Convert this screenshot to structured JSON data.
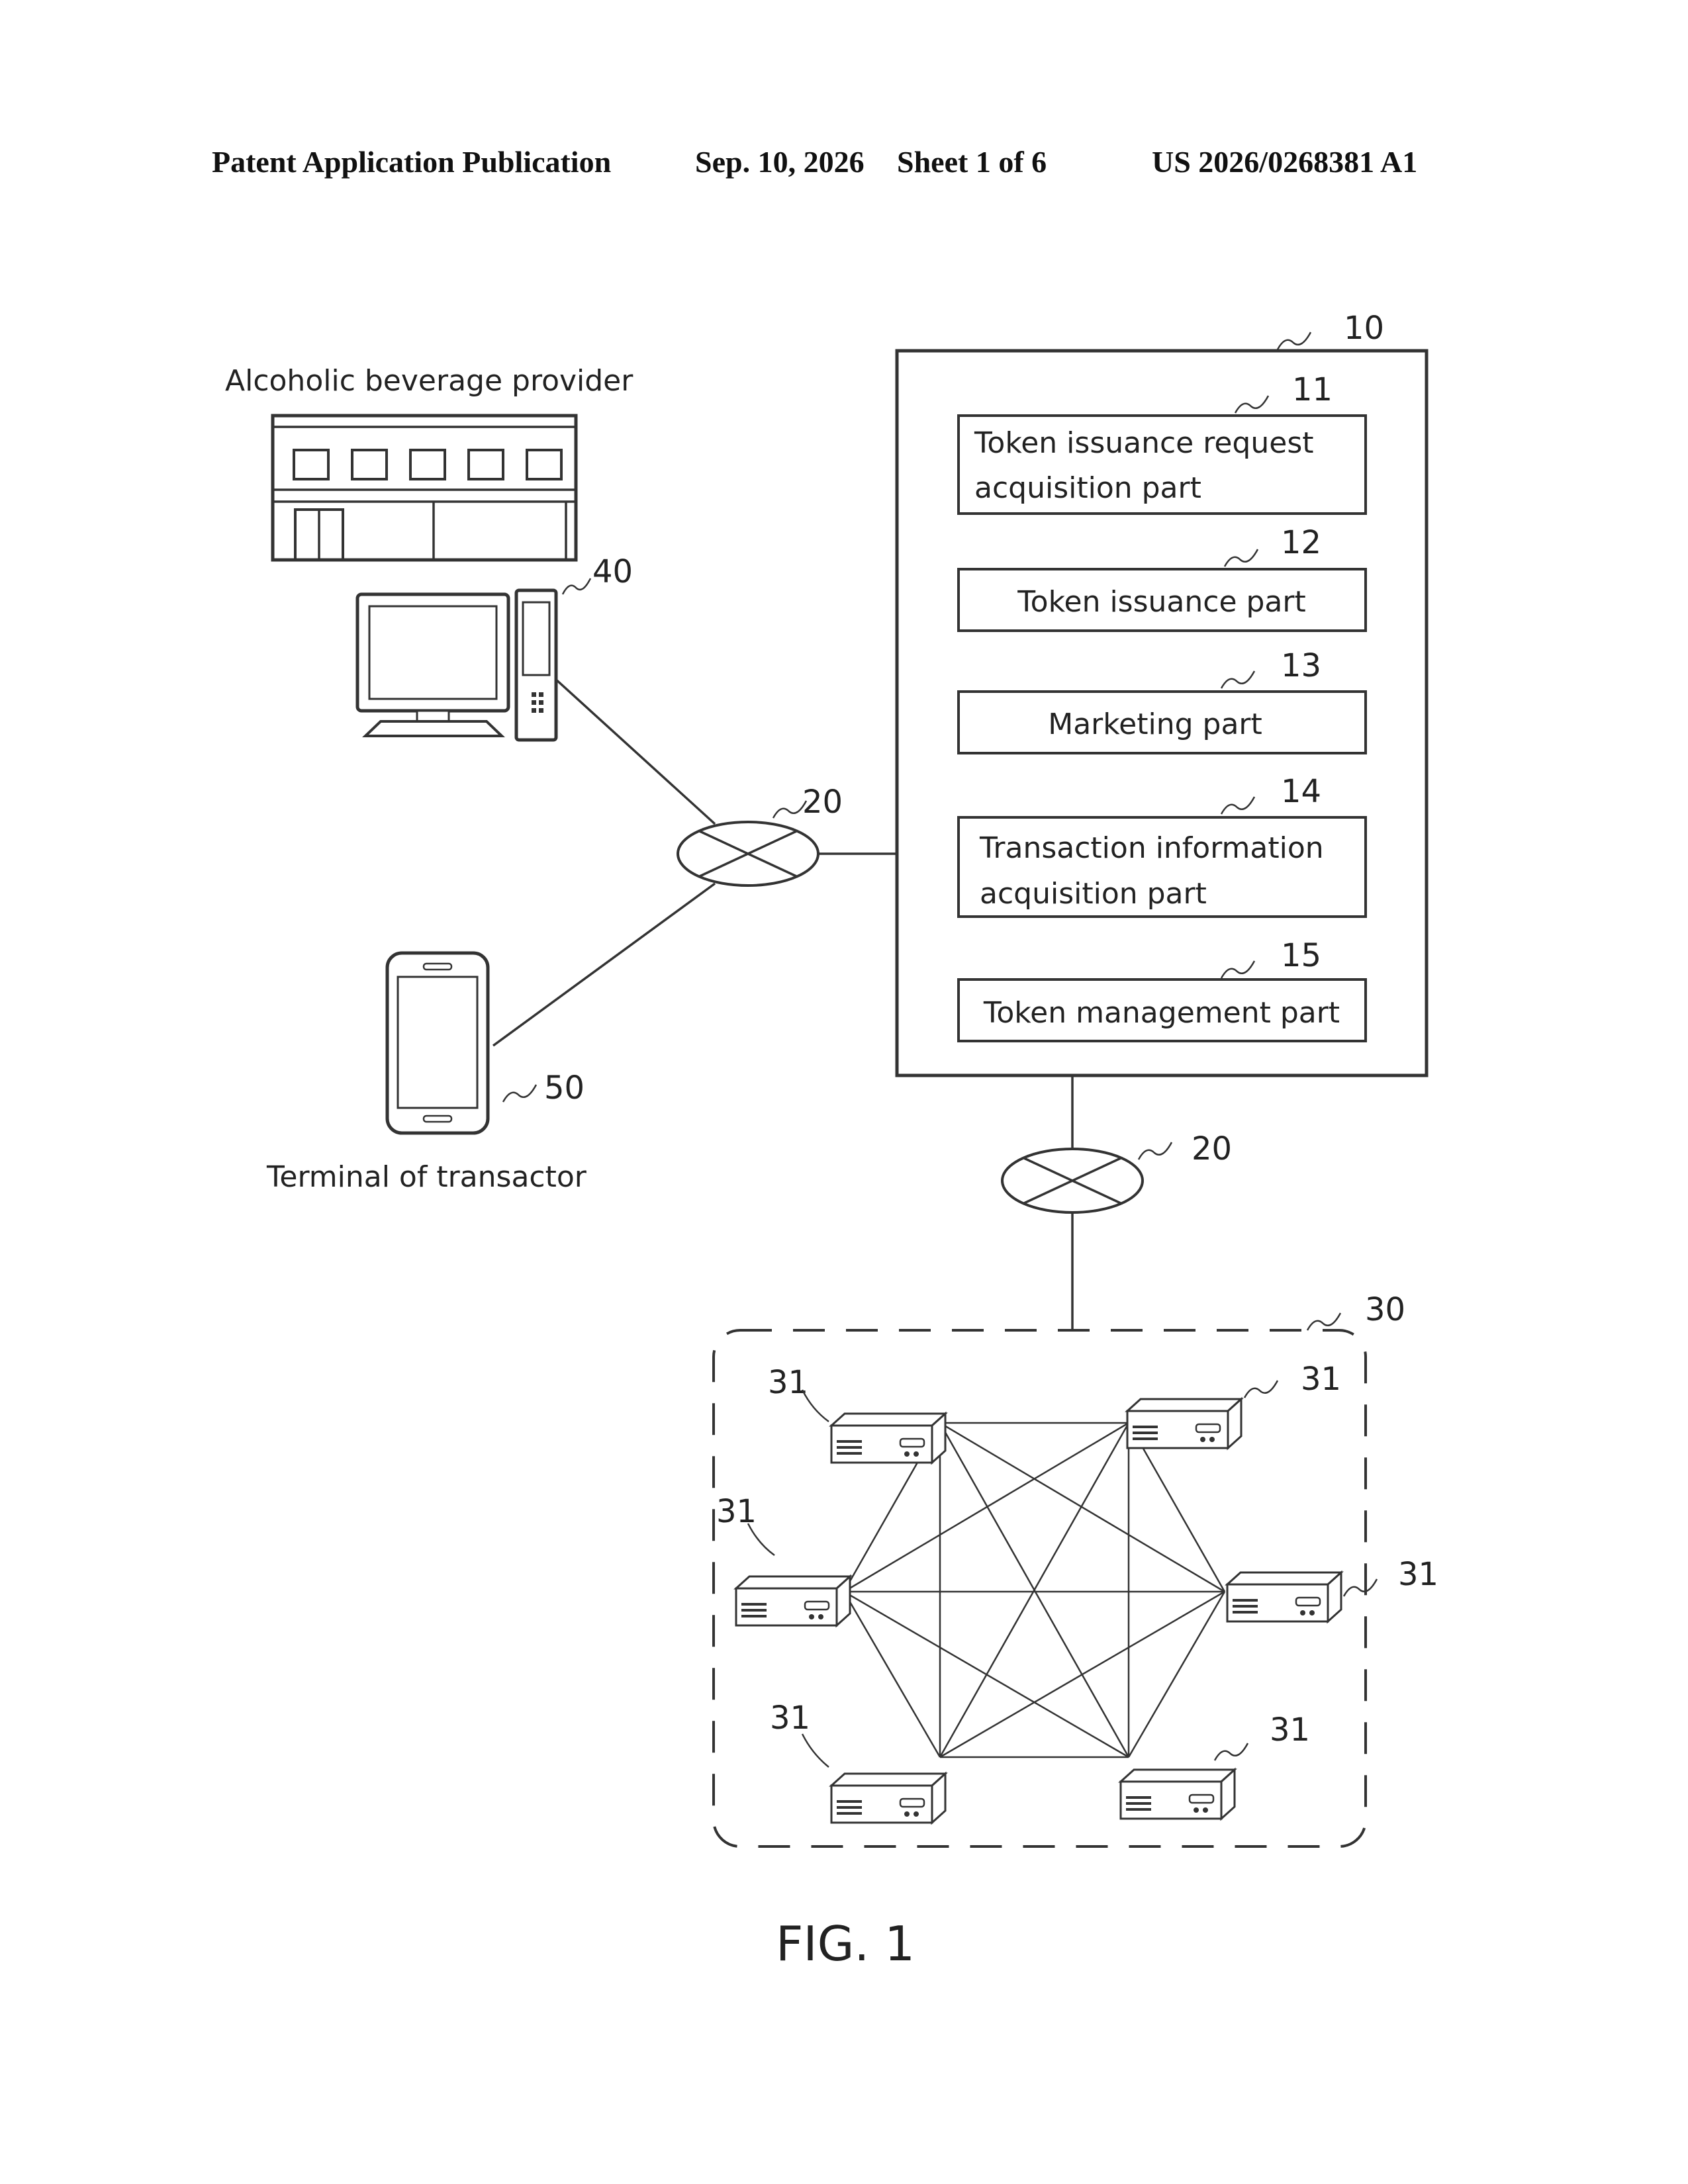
{
  "header": {
    "publication": "Patent Application Publication",
    "date": "Sep. 10, 2026",
    "sheet": "Sheet 1 of 6",
    "number": "US 2026/0268381 A1"
  },
  "labels": {
    "provider": "Alcoholic beverage provider",
    "terminal": "Terminal of transactor",
    "figure": "FIG. 1"
  },
  "server": {
    "ref": "10",
    "parts": [
      {
        "ref": "11",
        "lines": [
          "Token issuance request",
          "acquisition part"
        ]
      },
      {
        "ref": "12",
        "lines": [
          "Token issuance part"
        ]
      },
      {
        "ref": "13",
        "lines": [
          "Marketing part"
        ]
      },
      {
        "ref": "14",
        "lines": [
          "Transaction information",
          "acquisition part"
        ]
      },
      {
        "ref": "15",
        "lines": [
          "Token management part"
        ]
      }
    ]
  },
  "refs": {
    "provider_terminal": "40",
    "network_upper": "20",
    "network_lower": "20",
    "mobile_terminal": "50",
    "blockchain_network": "30",
    "node": "31"
  },
  "icons": [
    "store-icon",
    "desktop-computer-icon",
    "smartphone-icon",
    "network-cloud-icon",
    "server-node-icon"
  ]
}
